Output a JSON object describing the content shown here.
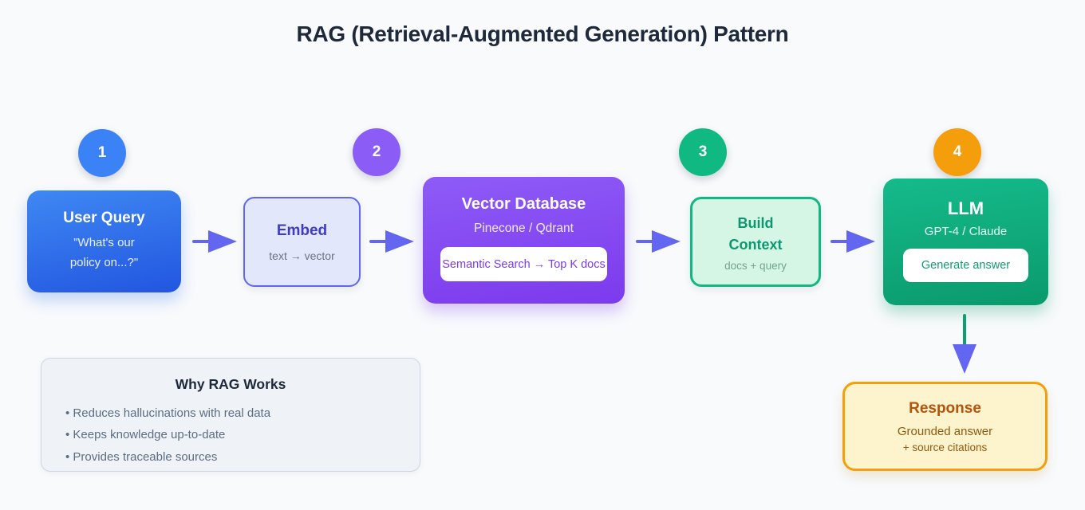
{
  "title": "RAG (Retrieval-Augmented Generation) Pattern",
  "colors": {
    "background": "#f8fafc",
    "step1_blue": "#3b82f6",
    "step2_purple": "#8b5cf6",
    "step3_green": "#10b981",
    "step4_orange": "#f59e0b",
    "arrow_indigo": "#6366f1",
    "arrow_line_green": "#0f9e70",
    "response_border_orange": "#f59e0b",
    "title_navy": "#1e293b"
  },
  "badges": [
    {
      "label": "1"
    },
    {
      "label": "2"
    },
    {
      "label": "3"
    },
    {
      "label": "4"
    }
  ],
  "nodes": {
    "user_query": {
      "title": "User Query",
      "subtitle_line1": "\"What's our",
      "subtitle_line2": "policy on...?\""
    },
    "embed": {
      "title": "Embed",
      "subtitle": "text → vector"
    },
    "vector_db": {
      "title": "Vector Database",
      "subtitle": "Pinecone / Qdrant",
      "pill": "Semantic Search → Top K docs"
    },
    "build_context": {
      "title_line1": "Build",
      "title_line2": "Context",
      "subtitle": "docs + query"
    },
    "llm": {
      "title": "LLM",
      "subtitle": "GPT-4 / Claude",
      "pill": "Generate answer"
    },
    "response": {
      "title": "Response",
      "subtitle_line1": "Grounded answer",
      "subtitle_line2": "+ source citations"
    }
  },
  "info_panel": {
    "title": "Why RAG Works",
    "bullets": [
      "Reduces hallucinations with real data",
      "Keeps knowledge up-to-date",
      "Provides traceable sources"
    ]
  }
}
